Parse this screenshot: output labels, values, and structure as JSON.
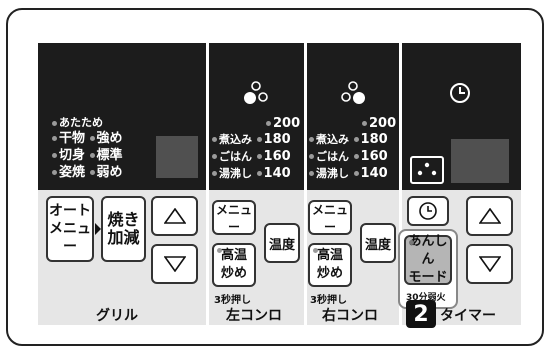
{
  "grill": {
    "modes": [
      "あたため",
      "干物",
      "強め",
      "切身",
      "標準",
      "姿焼",
      "弱め"
    ],
    "auto_menu": [
      "オート",
      "メニュー"
    ],
    "adjust": [
      "焼き",
      "加減"
    ],
    "label": "グリル"
  },
  "left_burner": {
    "temps": [
      "200",
      "煮込み",
      "180",
      "ごはん",
      "160",
      "湯沸し",
      "140"
    ],
    "menu": "メニュー",
    "temp_btn": "温度",
    "high_heat": [
      "高温",
      "炒め"
    ],
    "hold3": "3秒押し",
    "label": "左コンロ"
  },
  "right_burner": {
    "temps": [
      "200",
      "煮込み",
      "180",
      "ごはん",
      "160",
      "湯沸し",
      "140"
    ],
    "menu": "メニュー",
    "temp_btn": "温度",
    "high_heat": [
      "高温",
      "炒め"
    ],
    "hold3": "3秒押し",
    "label": "右コンロ"
  },
  "timer": {
    "safe_mode": [
      "あんしん",
      "モード"
    ],
    "sub": "30分弱火",
    "label": "タイマー"
  },
  "callout": "2",
  "icons": [
    "burner-dots-icon",
    "clock-icon",
    "triangle-up-icon",
    "triangle-down-icon"
  ]
}
